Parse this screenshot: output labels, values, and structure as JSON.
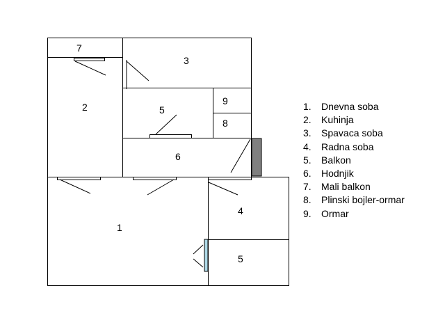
{
  "rooms": {
    "r1": "1",
    "r2": "2",
    "r3": "3",
    "r4": "4",
    "r5a": "5",
    "r5b": "5",
    "r6": "6",
    "r7": "7",
    "r8": "8",
    "r9": "9"
  },
  "legend": [
    {
      "num": "1.",
      "label": "Dnevna soba"
    },
    {
      "num": "2.",
      "label": "Kuhinja"
    },
    {
      "num": "3.",
      "label": "Spavaca soba"
    },
    {
      "num": "4.",
      "label": "Radna soba"
    },
    {
      "num": "5.",
      "label": "Balkon"
    },
    {
      "num": "6.",
      "label": "Hodnjik"
    },
    {
      "num": "7.",
      "label": "Mali balkon"
    },
    {
      "num": "8.",
      "label": "Plinski bojler-ormar"
    },
    {
      "num": "9.",
      "label": "Ormar"
    }
  ],
  "colors": {
    "wall": "#000000",
    "gas_cabinet": "#808080",
    "glass_door": "#add8e6"
  }
}
